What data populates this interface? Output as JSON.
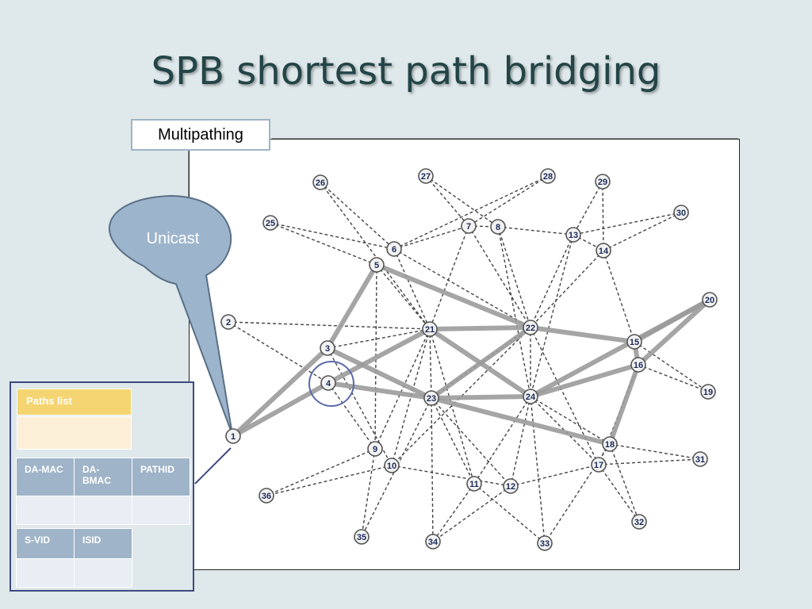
{
  "title": "SPB shortest path bridging",
  "multipathing_label": "Multipathing",
  "unicast_label": "Unicast",
  "panel": {
    "paths_list_label": "Paths list",
    "table1_headers": [
      "DA-MAC",
      "DA-BMAC",
      "PATHID"
    ],
    "table2_headers": [
      "S-VID",
      "ISID"
    ]
  },
  "network": {
    "nodes": [
      "1",
      "2",
      "3",
      "4",
      "5",
      "6",
      "7",
      "8",
      "9",
      "10",
      "11",
      "12",
      "13",
      "14",
      "15",
      "16",
      "17",
      "18",
      "19",
      "20",
      "21",
      "22",
      "23",
      "24",
      "25",
      "26",
      "27",
      "28",
      "29",
      "30",
      "31",
      "32",
      "33",
      "34",
      "35",
      "36"
    ],
    "highlighted_node": "4",
    "dashed_links": [
      [
        "26",
        "6"
      ],
      [
        "26",
        "21"
      ],
      [
        "25",
        "6"
      ],
      [
        "25",
        "5"
      ],
      [
        "27",
        "7"
      ],
      [
        "27",
        "8"
      ],
      [
        "28",
        "7"
      ],
      [
        "28",
        "6"
      ],
      [
        "29",
        "13"
      ],
      [
        "29",
        "14"
      ],
      [
        "30",
        "13"
      ],
      [
        "30",
        "14"
      ],
      [
        "6",
        "7"
      ],
      [
        "7",
        "8"
      ],
      [
        "8",
        "13"
      ],
      [
        "13",
        "14"
      ],
      [
        "6",
        "22"
      ],
      [
        "7",
        "21"
      ],
      [
        "8",
        "22"
      ],
      [
        "8",
        "24"
      ],
      [
        "13",
        "22"
      ],
      [
        "13",
        "24"
      ],
      [
        "14",
        "15"
      ],
      [
        "14",
        "22"
      ],
      [
        "5",
        "21"
      ],
      [
        "5",
        "9"
      ],
      [
        "6",
        "21"
      ],
      [
        "2",
        "4"
      ],
      [
        "2",
        "21"
      ],
      [
        "3",
        "21"
      ],
      [
        "3",
        "10"
      ],
      [
        "21",
        "23"
      ],
      [
        "21",
        "9"
      ],
      [
        "21",
        "10"
      ],
      [
        "21",
        "11"
      ],
      [
        "22",
        "24"
      ],
      [
        "22",
        "23"
      ],
      [
        "22",
        "17"
      ],
      [
        "22",
        "10"
      ],
      [
        "23",
        "11"
      ],
      [
        "23",
        "12"
      ],
      [
        "23",
        "35"
      ],
      [
        "24",
        "11"
      ],
      [
        "24",
        "12"
      ],
      [
        "24",
        "17"
      ],
      [
        "15",
        "19"
      ],
      [
        "16",
        "19"
      ],
      [
        "16",
        "17"
      ],
      [
        "20",
        "15"
      ],
      [
        "17",
        "31"
      ],
      [
        "18",
        "31"
      ],
      [
        "18",
        "32"
      ],
      [
        "17",
        "32"
      ],
      [
        "9",
        "36"
      ],
      [
        "10",
        "36"
      ],
      [
        "9",
        "35"
      ],
      [
        "10",
        "12"
      ],
      [
        "11",
        "34"
      ],
      [
        "11",
        "33"
      ],
      [
        "12",
        "34"
      ],
      [
        "12",
        "17"
      ],
      [
        "18",
        "33"
      ],
      [
        "23",
        "34"
      ],
      [
        "4",
        "9"
      ],
      [
        "24",
        "33"
      ],
      [
        "24",
        "18"
      ],
      [
        "7",
        "22"
      ]
    ],
    "thick_links": [
      [
        "1",
        "3"
      ],
      [
        "1",
        "4"
      ],
      [
        "3",
        "5"
      ],
      [
        "5",
        "22"
      ],
      [
        "3",
        "23"
      ],
      [
        "4",
        "21"
      ],
      [
        "4",
        "23"
      ],
      [
        "21",
        "22"
      ],
      [
        "21",
        "24"
      ],
      [
        "22",
        "15"
      ],
      [
        "22",
        "23"
      ],
      [
        "23",
        "24"
      ],
      [
        "23",
        "18"
      ],
      [
        "24",
        "16"
      ],
      [
        "24",
        "20"
      ],
      [
        "15",
        "20"
      ],
      [
        "16",
        "20"
      ],
      [
        "16",
        "18"
      ],
      [
        "15",
        "16"
      ]
    ]
  },
  "colors": {
    "background": "#dfe8ea",
    "title": "#234548",
    "bubble": "#9db5cc",
    "bubble_stroke": "#5a6f86",
    "paths_header": "#f5d571",
    "table_header": "#9fb4c8",
    "panel_border": "#3d4a80"
  }
}
